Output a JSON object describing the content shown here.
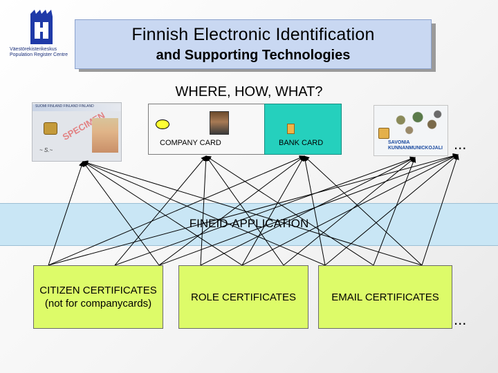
{
  "logo": {
    "text_line1": "Väestörekisterikeskus",
    "text_line2": "Population Register Centre"
  },
  "title": {
    "line1": "Finnish Electronic Identification",
    "line2": "and Supporting Technologies"
  },
  "subtitle": "WHERE, HOW, WHAT?",
  "cards": {
    "id_card": {
      "header": "SUOMI FINLAND FINLAND FINLAND",
      "stamp": "SPECIMEN"
    },
    "company_card": {
      "label": "COMPANY CARD"
    },
    "bank_card": {
      "label": "BANK CARD"
    },
    "misc_card": {
      "label": "SAVONIA KUNNANMUNICKOJALI"
    },
    "ellipsis": "..."
  },
  "application": {
    "label": "FINEID-APPLICATION"
  },
  "certificates": {
    "citizen": "CITIZEN CERTIFICATES\n(not for companycards)",
    "citizen_line1": "CITIZEN CERTIFICATES",
    "citizen_line2": "(not for companycards)",
    "role": "ROLE CERTIFICATES",
    "email": "EMAIL CERTIFICATES"
  },
  "colors": {
    "title_box": "#c9d8f2",
    "app_band": "#c9e6f5",
    "cert_fill": "#ddfb69",
    "bank_card": "#25d0bd"
  }
}
